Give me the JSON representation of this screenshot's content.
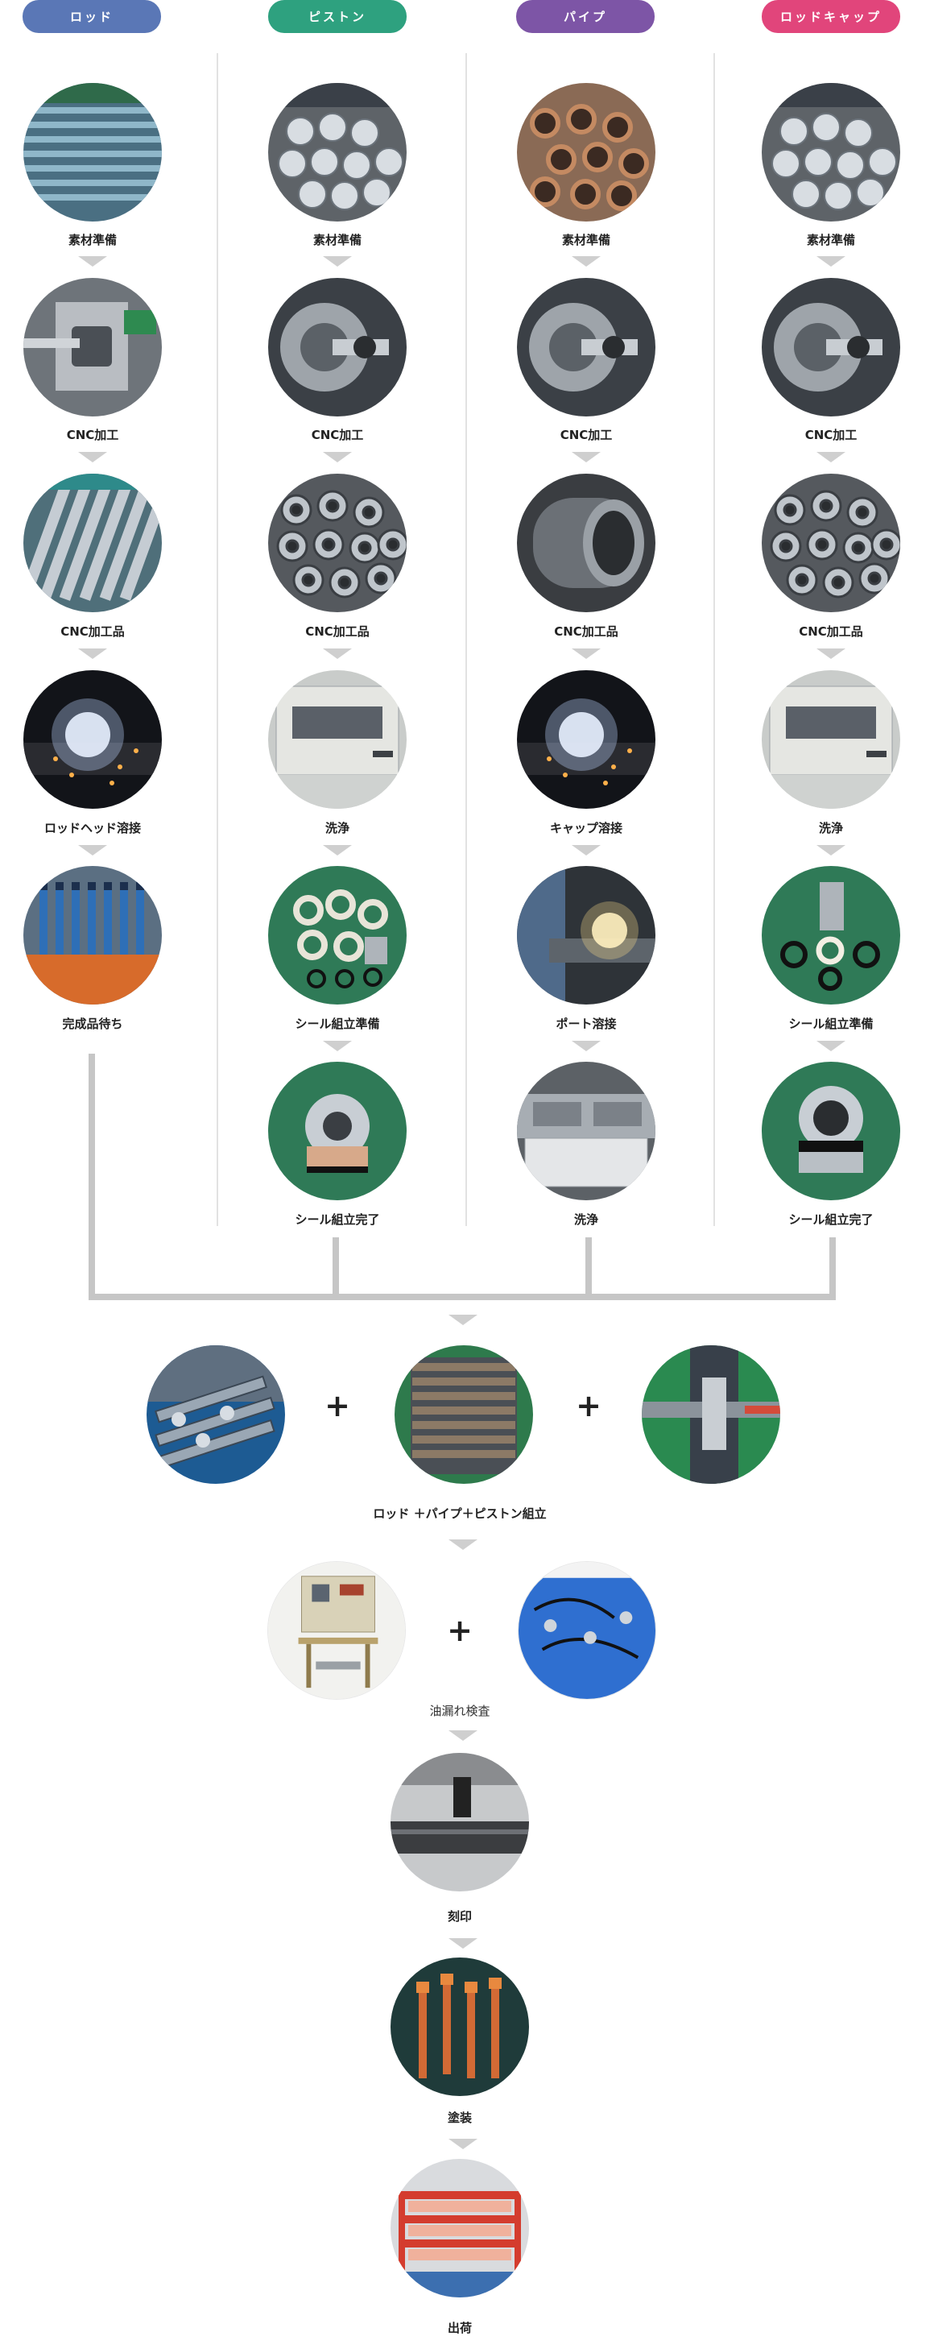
{
  "columns": [
    {
      "title": "ロッド",
      "color": "#5a77b6",
      "steps": [
        "素材準備",
        "CNC加工",
        "CNC加工品",
        "ロッドヘッド溶接",
        "完成品待ち"
      ]
    },
    {
      "title": "ピストン",
      "color": "#2ea17f",
      "steps": [
        "素材準備",
        "CNC加工",
        "CNC加工品",
        "洗浄",
        "シール組立準備",
        "シール組立完了"
      ]
    },
    {
      "title": "パイプ",
      "color": "#7d55a6",
      "steps": [
        "素材準備",
        "CNC加工",
        "CNC加工品",
        "キャップ溶接",
        "ポート溶接",
        "洗浄"
      ]
    },
    {
      "title": "ロッドキャップ",
      "color": "#e1457b",
      "steps": [
        "素材準備",
        "CNC加工",
        "CNC加工品",
        "洗浄",
        "シール組立準備",
        "シール組立完了"
      ]
    }
  ],
  "assembly": {
    "plus": "+",
    "label": "ロッド ＋パイプ＋ピストン組立"
  },
  "inspection": {
    "plus": "+",
    "label": "油漏れ検査"
  },
  "final_steps": [
    "刻印",
    "塗装",
    "出荷"
  ],
  "photo_icons": {
    "col0": [
      "rod-bars-photo-icon",
      "cnc-lathe-photo-icon",
      "machined-rods-photo-icon",
      "welding-sparks-photo-icon",
      "blue-rod-rack-photo-icon"
    ],
    "col1": [
      "steel-billets-photo-icon",
      "cnc-chuck-photo-icon",
      "machined-pistons-photo-icon",
      "washing-machine-photo-icon",
      "seal-rings-photo-icon",
      "assembled-piston-photo-icon"
    ],
    "col2": [
      "steel-tubes-photo-icon",
      "cnc-chuck-photo-icon",
      "machined-tube-photo-icon",
      "welding-sparks-photo-icon",
      "port-welding-photo-icon",
      "washing-station-photo-icon"
    ],
    "col3": [
      "steel-billets-photo-icon",
      "cnc-chuck-photo-icon",
      "machined-caps-photo-icon",
      "washing-machine-photo-icon",
      "seal-parts-photo-icon",
      "assembled-cap-photo-icon"
    ],
    "assembly": [
      "rod-rack-photo-icon",
      "pipe-rack-photo-icon",
      "assembly-machine-photo-icon"
    ],
    "inspection": [
      "test-bench-photo-icon",
      "hydraulic-panel-photo-icon"
    ],
    "final": [
      "stamping-photo-icon",
      "painted-cylinders-photo-icon",
      "shipping-rack-photo-icon"
    ]
  }
}
